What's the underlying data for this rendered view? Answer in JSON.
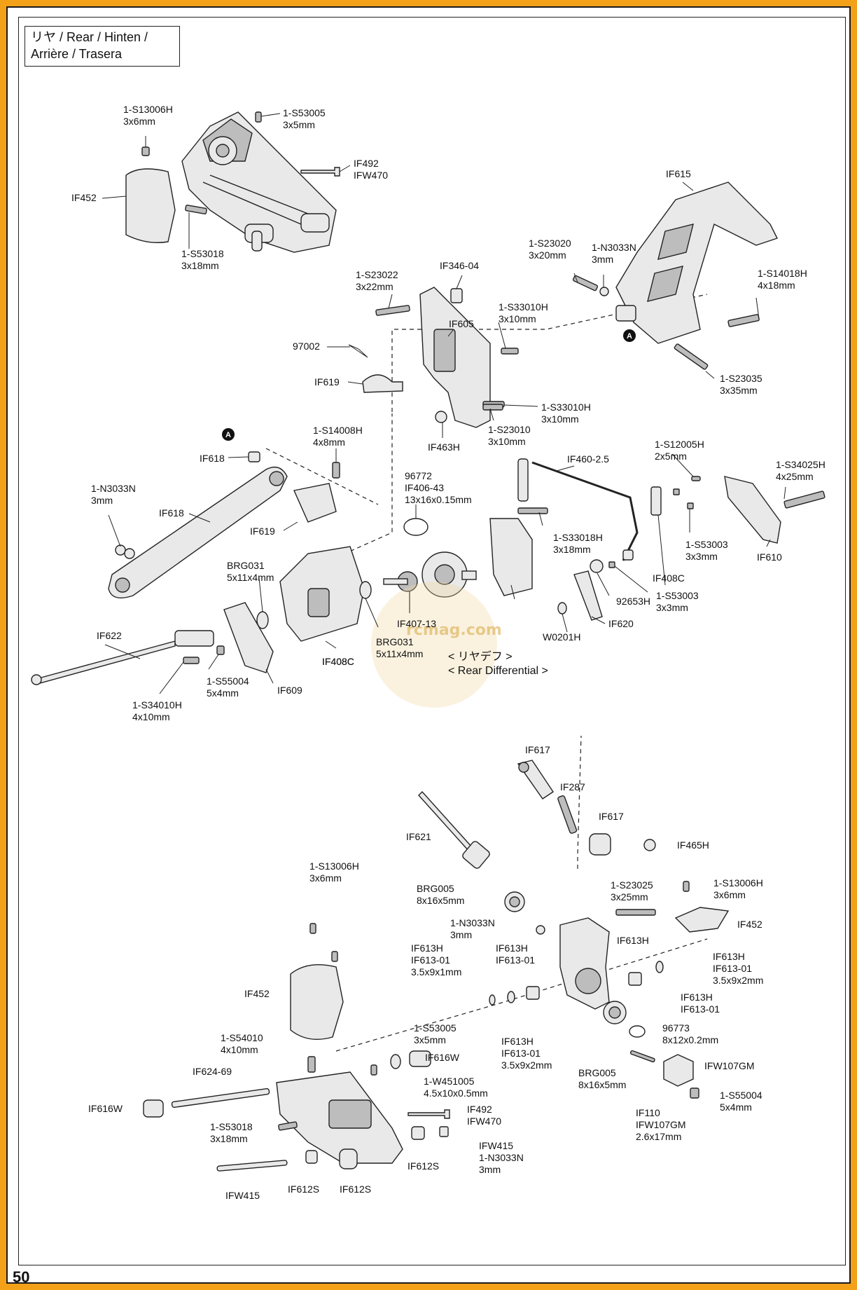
{
  "title": {
    "line1": "リヤ /  Rear / Hinten /",
    "line2": "Arrière / Trasera"
  },
  "page_number": "50",
  "watermark": "rcmag.com",
  "marker_letter": "A",
  "differential_label": {
    "jp": "< リヤデフ >",
    "en": "< Rear Differential >"
  },
  "labels": [
    [
      "1-S13006H",
      "3x6mm"
    ],
    [
      "1-S53005",
      "3x5mm"
    ],
    [
      "IF492",
      "IFW470"
    ],
    [
      "IF452"
    ],
    [
      "1-S53018",
      "3x18mm"
    ],
    [
      "IF615"
    ],
    [
      "1-S23020",
      "3x20mm"
    ],
    [
      "1-N3033N",
      "3mm"
    ],
    [
      "1-S14018H",
      "4x18mm"
    ],
    [
      "1-S23022",
      "3x22mm"
    ],
    [
      "IF346-04"
    ],
    [
      "IF605"
    ],
    [
      "1-S33010H",
      "3x10mm"
    ],
    [
      "97002"
    ],
    [
      "IF619"
    ],
    [
      "1-S23035",
      "3x35mm"
    ],
    [
      "1-S33010H",
      "3x10mm"
    ],
    [
      "1-S23010",
      "3x10mm"
    ],
    [
      "IF463H"
    ],
    [
      "IF618"
    ],
    [
      "1-S14008H",
      "4x8mm"
    ],
    [
      "1-N3033N",
      "3mm"
    ],
    [
      "IF618"
    ],
    [
      "IF619"
    ],
    [
      "96772",
      "IF406-43",
      "13x16x0.15mm"
    ],
    [
      "IF460-2.5"
    ],
    [
      "1-S12005H",
      "2x5mm"
    ],
    [
      "1-S34025H",
      "4x25mm"
    ],
    [
      "1-S33018H",
      "3x18mm"
    ],
    [
      "1-S53003",
      "3x3mm"
    ],
    [
      "IF610"
    ],
    [
      "IF408C"
    ],
    [
      "BRG031",
      "5x11x4mm"
    ],
    [
      "IF408C"
    ],
    [
      "92653H"
    ],
    [
      "1-S53003",
      "3x3mm"
    ],
    [
      "IF407-13"
    ],
    [
      "IF622"
    ],
    [
      "BRG031",
      "5x11x4mm"
    ],
    [
      "IF620"
    ],
    [
      "W0201H"
    ],
    [
      "IF408C"
    ],
    [
      "1-S55004",
      "5x4mm"
    ],
    [
      "IF609"
    ],
    [
      "1-S34010H",
      "4x10mm"
    ],
    [
      "IF617"
    ],
    [
      "IF287"
    ],
    [
      "IF617"
    ],
    [
      "IF621"
    ],
    [
      "IF465H"
    ],
    [
      "1-S23025",
      "3x25mm"
    ],
    [
      "1-S13006H",
      "3x6mm"
    ],
    [
      "BRG005",
      "8x16x5mm"
    ],
    [
      "1-S13006H",
      "3x6mm"
    ],
    [
      "1-N3033N",
      "3mm"
    ],
    [
      "IF613H"
    ],
    [
      "IF452"
    ],
    [
      "IF613H",
      "IF613-01",
      "3.5x9x1mm"
    ],
    [
      "IF613H",
      "IF613-01"
    ],
    [
      "IF613H",
      "IF613-01",
      "3.5x9x2mm"
    ],
    [
      "IF613H",
      "IF613-01"
    ],
    [
      "IF452"
    ],
    [
      "1-S53005",
      "3x5mm"
    ],
    [
      "96773",
      "8x12x0.2mm"
    ],
    [
      "1-S54010",
      "4x10mm"
    ],
    [
      "IF616W"
    ],
    [
      "IF613H",
      "IF613-01",
      "3.5x9x2mm"
    ],
    [
      "BRG005",
      "8x16x5mm"
    ],
    [
      "IFW107GM"
    ],
    [
      "IF624-69"
    ],
    [
      "1-W451005",
      "4.5x10x0.5mm"
    ],
    [
      "1-S55004",
      "5x4mm"
    ],
    [
      "IF616W"
    ],
    [
      "IF492",
      "IFW470"
    ],
    [
      "IF110",
      "IFW107GM",
      "2.6x17mm"
    ],
    [
      "1-S53018",
      "3x18mm"
    ],
    [
      "IFW415",
      "1-N3033N",
      "3mm"
    ],
    [
      "IF612S"
    ],
    [
      "IFW415"
    ],
    [
      "IF612S"
    ],
    [
      "IF612S"
    ]
  ]
}
